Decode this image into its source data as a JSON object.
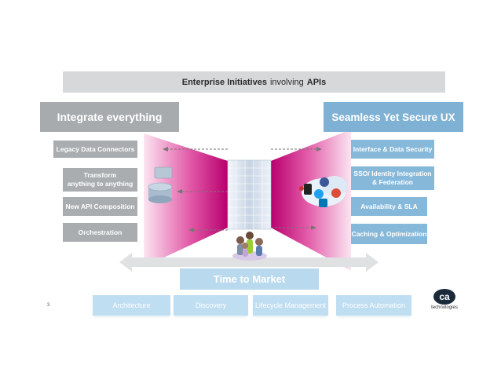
{
  "banner": {
    "bold": "Enterprise Initiatives",
    "mid": "involving",
    "end": "APIs"
  },
  "left": {
    "title": "Integrate everything",
    "items": [
      "Legacy Data Connectors",
      "Transform\nanything to anything",
      "New API Composition",
      "Orchestration"
    ]
  },
  "right": {
    "title": "Seamless Yet Secure UX",
    "items": [
      "Interface & Data Security",
      "SSO/ Identity Integration\n& Federation",
      "Availability & SLA",
      "Caching & Optimization"
    ]
  },
  "center": {
    "time_to_market": "Time to Market"
  },
  "bottom": {
    "items": [
      "Architecture",
      "Discovery",
      "Lifecycle Management",
      "Process Automation"
    ],
    "page_number": "3"
  },
  "logo": {
    "mark": "ca",
    "tagline": "technologies"
  },
  "colors": {
    "magenta": "#c0007a",
    "grey_box": "#a9adb0",
    "blue_box": "#86b8da",
    "light_blue": "#c0def1"
  }
}
